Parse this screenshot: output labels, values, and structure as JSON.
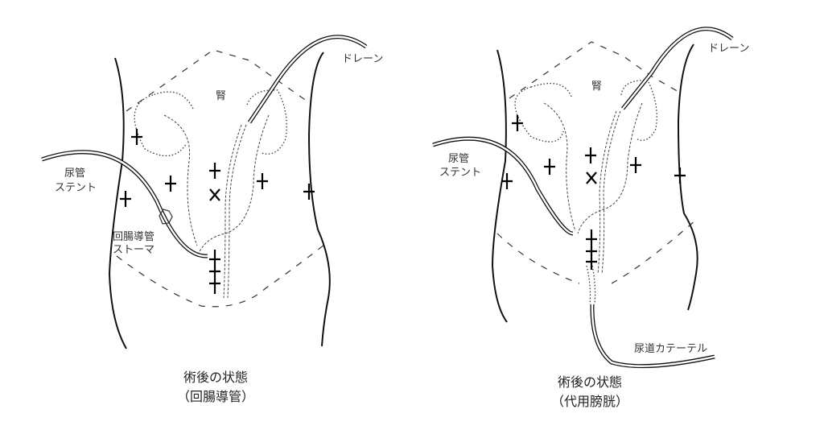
{
  "figures": [
    {
      "id": "ileal-conduit",
      "labels": {
        "drain": "ドレーン",
        "kidney": "腎",
        "ureter_stent_line1": "尿管",
        "ureter_stent_line2": "ステント",
        "stoma_line1": "回腸導管",
        "stoma_line2": "ストーマ"
      },
      "caption_line1": "術後の状態",
      "caption_line2": "（回腸導管）"
    },
    {
      "id": "neobladder",
      "labels": {
        "drain": "ドレーン",
        "kidney": "腎",
        "ureter_stent_line1": "尿管",
        "ureter_stent_line2": "ステント",
        "urethral_catheter": "尿道カテーテル"
      },
      "caption_line1": "術後の状態",
      "caption_line2": "（代用膀胱）"
    }
  ]
}
